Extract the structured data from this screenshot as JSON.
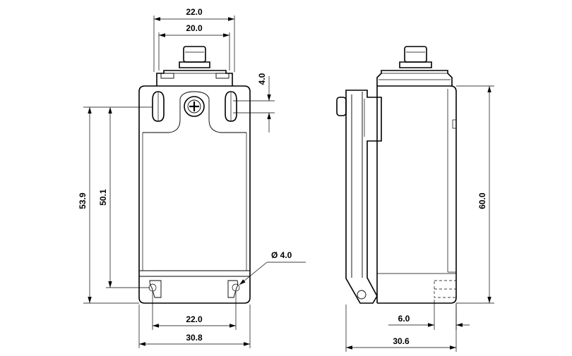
{
  "front_view": {
    "dim_top_outer": "22.0",
    "dim_top_inner": "20.0",
    "dim_slot_offset": "4.0",
    "dim_height_overall": "53.9",
    "dim_height_holes": "50.1",
    "dim_hole_diameter": "Ø  4.0",
    "dim_bottom_holes": "22.0",
    "dim_width": "30.8"
  },
  "side_view": {
    "dim_height": "60.0",
    "dim_offset": "6.0",
    "dim_depth": "30.6"
  }
}
